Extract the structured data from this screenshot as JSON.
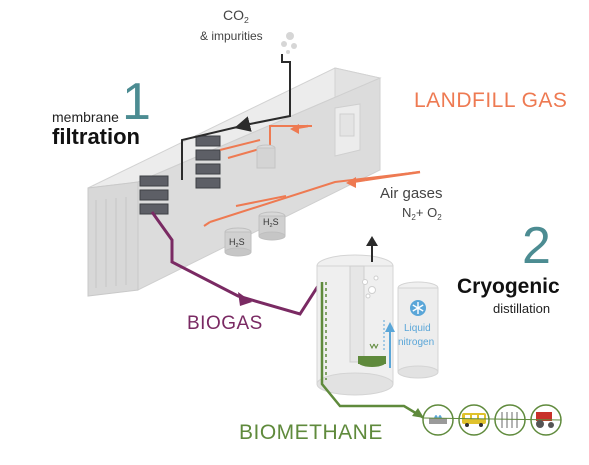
{
  "stage1": {
    "number": "1",
    "subtitle": "membrane",
    "title": "filtration"
  },
  "stage2": {
    "number": "2",
    "title": "Cryogenic",
    "subtitle": "distillation"
  },
  "flows": {
    "landfill_gas": "LANDFILL GAS",
    "biogas": "BIOGAS",
    "biomethane": "BIOMETHANE"
  },
  "co2_output": {
    "formula_main": "CO",
    "formula_sub": "2",
    "suffix": "& impurities"
  },
  "air_gases": {
    "label": "Air gases",
    "n_main": "N",
    "n_sub": "2",
    "plus": "+ O",
    "o_sub": "2"
  },
  "h2s_tanks": [
    {
      "main": "H",
      "sub": "2",
      "rest": "S"
    },
    {
      "main": "H",
      "sub": "2",
      "rest": "S"
    }
  ],
  "liquid_nitrogen": {
    "line1": "Liquid",
    "line2": "nitrogen"
  },
  "end_uses": [
    "gas-stove-icon",
    "bus-icon",
    "radiator-icon",
    "tractor-icon"
  ],
  "colors": {
    "landfill_gas": "#ee7a52",
    "biogas": "#7a2a63",
    "biomethane": "#5f8a3c",
    "liquid_nitrogen": "#5aa6d8",
    "accent_number": "#4c8c92",
    "dark_pipe": "#2b2b2b"
  }
}
